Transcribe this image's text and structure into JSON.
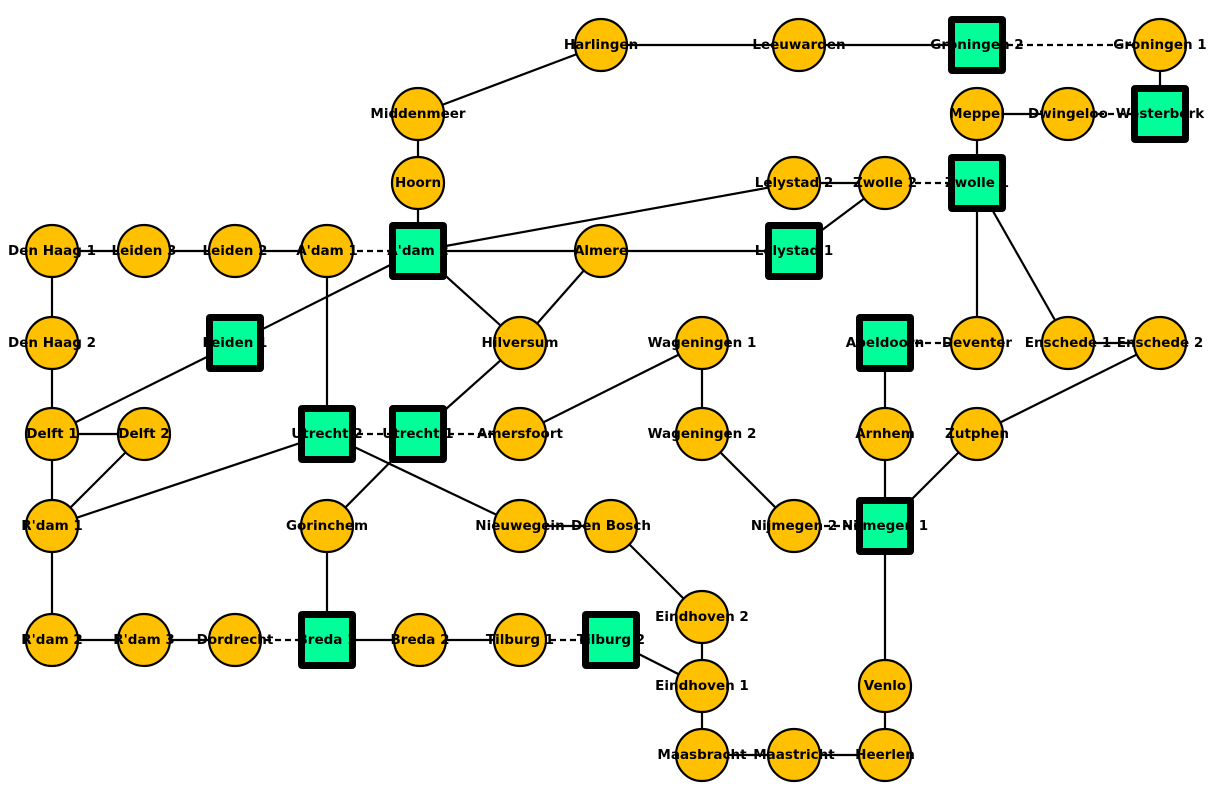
{
  "colors": {
    "station_fill": "#ffc000",
    "hub_fill": "#00ff99",
    "hub_border": "#000000",
    "edge": "#000000",
    "background": "#ffffff"
  },
  "nodes": [
    {
      "id": "harlingen",
      "label": "Harlingen",
      "type": "station"
    },
    {
      "id": "leeuwarden",
      "label": "Leeuwarden",
      "type": "station"
    },
    {
      "id": "groningen2",
      "label": "Groningen 2",
      "type": "hub"
    },
    {
      "id": "groningen1",
      "label": "Groningen 1",
      "type": "station"
    },
    {
      "id": "middenmeer",
      "label": "Middenmeer",
      "type": "station"
    },
    {
      "id": "meppel",
      "label": "Meppel",
      "type": "station"
    },
    {
      "id": "dwingeloo",
      "label": "Dwingeloo",
      "type": "station"
    },
    {
      "id": "westerbork",
      "label": "Westerbork",
      "type": "hub"
    },
    {
      "id": "hoorn",
      "label": "Hoorn",
      "type": "station"
    },
    {
      "id": "lelystad2",
      "label": "Lelystad 2",
      "type": "station"
    },
    {
      "id": "zwolle2",
      "label": "Zwolle 2",
      "type": "station"
    },
    {
      "id": "zwolle1",
      "label": "Zwolle 1",
      "type": "hub"
    },
    {
      "id": "denhaag1",
      "label": "Den Haag 1",
      "type": "station"
    },
    {
      "id": "leiden3",
      "label": "Leiden 3",
      "type": "station"
    },
    {
      "id": "leiden2",
      "label": "Leiden 2",
      "type": "station"
    },
    {
      "id": "adam1",
      "label": "A'dam 1",
      "type": "station"
    },
    {
      "id": "adam2",
      "label": "A'dam 2",
      "type": "hub"
    },
    {
      "id": "almere",
      "label": "Almere",
      "type": "station"
    },
    {
      "id": "lelystad1",
      "label": "Lelystad 1",
      "type": "hub"
    },
    {
      "id": "denhaag2",
      "label": "Den Haag 2",
      "type": "station"
    },
    {
      "id": "leiden1",
      "label": "Leiden 1",
      "type": "hub"
    },
    {
      "id": "hilversum",
      "label": "Hilversum",
      "type": "station"
    },
    {
      "id": "wageningen1",
      "label": "Wageningen 1",
      "type": "station"
    },
    {
      "id": "apeldoorn",
      "label": "Apeldoorn",
      "type": "hub"
    },
    {
      "id": "deventer",
      "label": "Deventer",
      "type": "station"
    },
    {
      "id": "enschede1",
      "label": "Enschede 1",
      "type": "station"
    },
    {
      "id": "enschede2",
      "label": "Enschede 2",
      "type": "station"
    },
    {
      "id": "delft1",
      "label": "Delft 1",
      "type": "station"
    },
    {
      "id": "delft2",
      "label": "Delft 2",
      "type": "station"
    },
    {
      "id": "utrecht2",
      "label": "Utrecht 2",
      "type": "hub"
    },
    {
      "id": "utrecht1",
      "label": "Utrecht 1",
      "type": "hub"
    },
    {
      "id": "amersfoort",
      "label": "Amersfoort",
      "type": "station"
    },
    {
      "id": "wageningen2",
      "label": "Wageningen 2",
      "type": "station"
    },
    {
      "id": "arnhem",
      "label": "Arnhem",
      "type": "station"
    },
    {
      "id": "zutphen",
      "label": "Zutphen",
      "type": "station"
    },
    {
      "id": "rdam1",
      "label": "R'dam 1",
      "type": "station"
    },
    {
      "id": "gorinchem",
      "label": "Gorinchem",
      "type": "station"
    },
    {
      "id": "nieuwegein",
      "label": "Nieuwegein",
      "type": "station"
    },
    {
      "id": "denbosch",
      "label": "Den Bosch",
      "type": "station"
    },
    {
      "id": "nijmegen2",
      "label": "Nijmegen 2",
      "type": "station"
    },
    {
      "id": "nijmegen1",
      "label": "Nijmegen 1",
      "type": "hub"
    },
    {
      "id": "eindhoven2",
      "label": "Eindhoven 2",
      "type": "station"
    },
    {
      "id": "rdam2",
      "label": "R'dam 2",
      "type": "station"
    },
    {
      "id": "rdam3",
      "label": "R'dam 3",
      "type": "station"
    },
    {
      "id": "dordrecht",
      "label": "Dordrecht",
      "type": "station"
    },
    {
      "id": "breda1",
      "label": "Breda 1",
      "type": "hub"
    },
    {
      "id": "breda2",
      "label": "Breda 2",
      "type": "station"
    },
    {
      "id": "tilburg1",
      "label": "Tilburg 1",
      "type": "station"
    },
    {
      "id": "tilburg2",
      "label": "Tilburg 2",
      "type": "hub"
    },
    {
      "id": "eindhoven1",
      "label": "Eindhoven 1",
      "type": "station"
    },
    {
      "id": "venlo",
      "label": "Venlo",
      "type": "station"
    },
    {
      "id": "maasbracht",
      "label": "Maasbracht",
      "type": "station"
    },
    {
      "id": "maastricht",
      "label": "Maastricht",
      "type": "station"
    },
    {
      "id": "heerlen",
      "label": "Heerlen",
      "type": "station"
    }
  ],
  "edges": [
    {
      "from": "harlingen",
      "to": "leeuwarden",
      "style": "solid"
    },
    {
      "from": "leeuwarden",
      "to": "groningen2",
      "style": "solid"
    },
    {
      "from": "groningen2",
      "to": "groningen1",
      "style": "dashed"
    },
    {
      "from": "groningen1",
      "to": "westerbork",
      "style": "solid"
    },
    {
      "from": "harlingen",
      "to": "middenmeer",
      "style": "solid"
    },
    {
      "from": "middenmeer",
      "to": "hoorn",
      "style": "solid"
    },
    {
      "from": "hoorn",
      "to": "adam2",
      "style": "solid"
    },
    {
      "from": "meppel",
      "to": "dwingeloo",
      "style": "solid"
    },
    {
      "from": "dwingeloo",
      "to": "westerbork",
      "style": "dashed"
    },
    {
      "from": "meppel",
      "to": "zwolle1",
      "style": "solid"
    },
    {
      "from": "adam2",
      "to": "lelystad2",
      "style": "solid"
    },
    {
      "from": "lelystad2",
      "to": "zwolle2",
      "style": "solid"
    },
    {
      "from": "zwolle2",
      "to": "zwolle1",
      "style": "dashed"
    },
    {
      "from": "zwolle2",
      "to": "lelystad1",
      "style": "solid"
    },
    {
      "from": "zwolle1",
      "to": "deventer",
      "style": "solid"
    },
    {
      "from": "zwolle1",
      "to": "enschede1",
      "style": "solid"
    },
    {
      "from": "denhaag1",
      "to": "leiden3",
      "style": "solid"
    },
    {
      "from": "leiden3",
      "to": "leiden2",
      "style": "solid"
    },
    {
      "from": "leiden2",
      "to": "adam1",
      "style": "solid"
    },
    {
      "from": "adam1",
      "to": "adam2",
      "style": "dashed"
    },
    {
      "from": "adam2",
      "to": "almere",
      "style": "solid"
    },
    {
      "from": "almere",
      "to": "lelystad1",
      "style": "solid"
    },
    {
      "from": "adam2",
      "to": "leiden1",
      "style": "solid"
    },
    {
      "from": "adam2",
      "to": "hilversum",
      "style": "solid"
    },
    {
      "from": "almere",
      "to": "hilversum",
      "style": "solid"
    },
    {
      "from": "adam1",
      "to": "utrecht2",
      "style": "solid"
    },
    {
      "from": "denhaag1",
      "to": "denhaag2",
      "style": "solid"
    },
    {
      "from": "denhaag2",
      "to": "delft1",
      "style": "solid"
    },
    {
      "from": "leiden1",
      "to": "delft1",
      "style": "solid"
    },
    {
      "from": "hilversum",
      "to": "utrecht1",
      "style": "solid"
    },
    {
      "from": "wageningen1",
      "to": "amersfoort",
      "style": "solid"
    },
    {
      "from": "wageningen1",
      "to": "wageningen2",
      "style": "solid"
    },
    {
      "from": "apeldoorn",
      "to": "deventer",
      "style": "dashed"
    },
    {
      "from": "apeldoorn",
      "to": "arnhem",
      "style": "solid"
    },
    {
      "from": "enschede1",
      "to": "enschede2",
      "style": "solid"
    },
    {
      "from": "enschede2",
      "to": "zutphen",
      "style": "solid"
    },
    {
      "from": "delft1",
      "to": "delft2",
      "style": "solid"
    },
    {
      "from": "delft1",
      "to": "rdam1",
      "style": "solid"
    },
    {
      "from": "delft2",
      "to": "rdam1",
      "style": "solid"
    },
    {
      "from": "utrecht2",
      "to": "utrecht1",
      "style": "dashed"
    },
    {
      "from": "utrecht1",
      "to": "amersfoort",
      "style": "dashed"
    },
    {
      "from": "utrecht2",
      "to": "rdam1",
      "style": "solid"
    },
    {
      "from": "utrecht2",
      "to": "nieuwegein",
      "style": "solid"
    },
    {
      "from": "utrecht1",
      "to": "gorinchem",
      "style": "solid"
    },
    {
      "from": "gorinchem",
      "to": "breda1",
      "style": "solid"
    },
    {
      "from": "nieuwegein",
      "to": "denbosch",
      "style": "solid"
    },
    {
      "from": "denbosch",
      "to": "eindhoven2",
      "style": "solid"
    },
    {
      "from": "wageningen2",
      "to": "nijmegen2",
      "style": "solid"
    },
    {
      "from": "nijmegen2",
      "to": "nijmegen1",
      "style": "dashed"
    },
    {
      "from": "arnhem",
      "to": "nijmegen1",
      "style": "solid"
    },
    {
      "from": "zutphen",
      "to": "nijmegen1",
      "style": "solid"
    },
    {
      "from": "nijmegen1",
      "to": "venlo",
      "style": "solid"
    },
    {
      "from": "rdam1",
      "to": "rdam2",
      "style": "solid"
    },
    {
      "from": "rdam2",
      "to": "rdam3",
      "style": "solid"
    },
    {
      "from": "rdam3",
      "to": "dordrecht",
      "style": "solid"
    },
    {
      "from": "dordrecht",
      "to": "breda1",
      "style": "dashed"
    },
    {
      "from": "breda1",
      "to": "breda2",
      "style": "solid"
    },
    {
      "from": "breda2",
      "to": "tilburg1",
      "style": "solid"
    },
    {
      "from": "tilburg1",
      "to": "tilburg2",
      "style": "dashed"
    },
    {
      "from": "tilburg2",
      "to": "eindhoven1",
      "style": "solid"
    },
    {
      "from": "eindhoven2",
      "to": "eindhoven1",
      "style": "solid"
    },
    {
      "from": "eindhoven1",
      "to": "maasbracht",
      "style": "solid"
    },
    {
      "from": "maasbracht",
      "to": "maastricht",
      "style": "solid"
    },
    {
      "from": "maastricht",
      "to": "heerlen",
      "style": "solid"
    },
    {
      "from": "venlo",
      "to": "heerlen",
      "style": "solid"
    }
  ]
}
